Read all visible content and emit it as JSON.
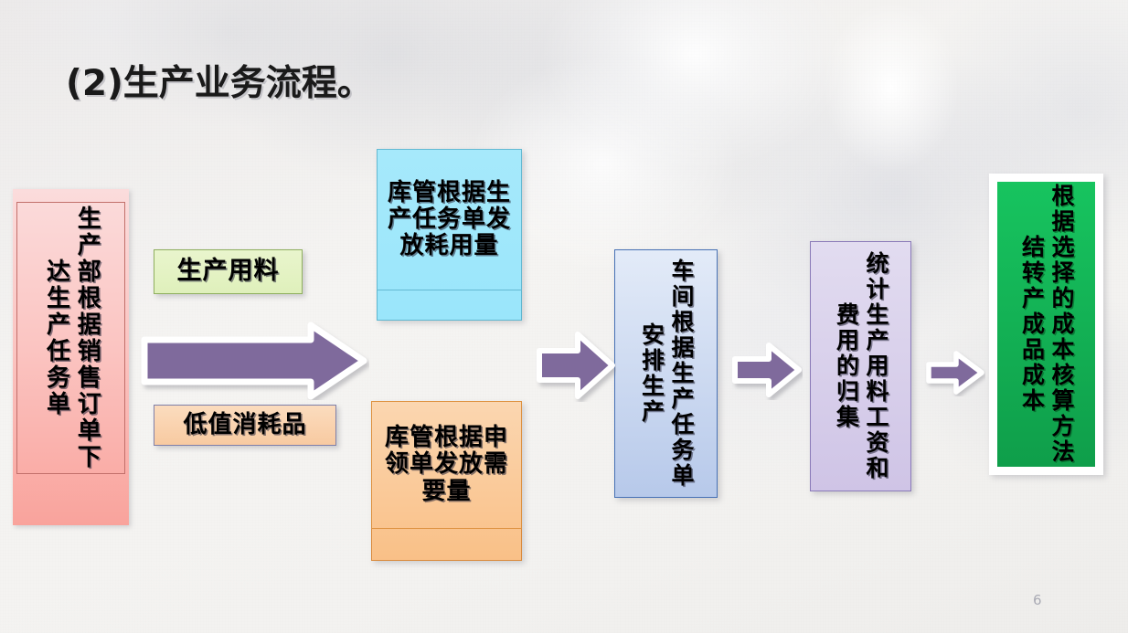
{
  "slide": {
    "title": "(2)生产业务流程。",
    "page_number": "6",
    "background_color": "#f4f3f1"
  },
  "flow": {
    "nodes": [
      {
        "id": "sales-order-node",
        "text": "生产部根据销售订单下达生产任务单",
        "orientation": "vertical-rl",
        "fill": "#fbc4c1",
        "border": "#c2706b"
      },
      {
        "id": "material-label",
        "text": "生产用料",
        "orientation": "horizontal",
        "fill": "#dff0bb",
        "border": "#8faf5e"
      },
      {
        "id": "consumable-label",
        "text": "低值消耗品",
        "orientation": "horizontal",
        "fill": "#f8caa1",
        "border": "#7f7fa8"
      },
      {
        "id": "issue-by-production-order-node",
        "text": "库管根据生产任务单发放耗用量",
        "orientation": "horizontal",
        "fill": "#9ae6fb",
        "border": "#5fb6cf"
      },
      {
        "id": "issue-by-requisition-node",
        "text": "库管根据申领单发放需要量",
        "orientation": "horizontal",
        "fill": "#f9c087",
        "border": "#d98a3c"
      },
      {
        "id": "workshop-schedule-node",
        "text": "车间根据生产任务单安排生产",
        "orientation": "vertical-rl",
        "fill": "#b7c9ea",
        "border": "#4771b5"
      },
      {
        "id": "cost-collection-node",
        "text": "统计生产用料工资和费用的归集",
        "orientation": "vertical-rl",
        "fill": "#cfc4e6",
        "border": "#8a7ab8"
      },
      {
        "id": "cost-carryover-node",
        "text": "根据选择的成本核算方法结转产成品成本",
        "orientation": "vertical-rl",
        "fill": "#17c45f",
        "border": "#ffffff"
      }
    ],
    "arrows": [
      {
        "id": "arrow-order-to-issue",
        "direction": "right",
        "color": "#7f6a9c",
        "outline": "#ffffff"
      },
      {
        "id": "arrow-issue-to-workshop",
        "direction": "right",
        "color": "#7f6a9c",
        "outline": "#ffffff"
      },
      {
        "id": "arrow-workshop-to-cost",
        "direction": "right",
        "color": "#7f6a9c",
        "outline": "#ffffff"
      },
      {
        "id": "arrow-cost-to-carryover",
        "direction": "right",
        "color": "#7f6a9c",
        "outline": "#ffffff"
      }
    ]
  }
}
